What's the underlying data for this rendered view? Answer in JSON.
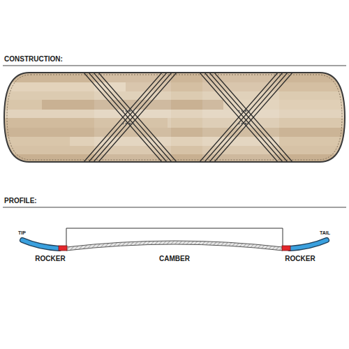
{
  "diagram": {
    "labels": [
      "CONSTRUCTION:",
      "PROFILE:",
      "TIP",
      "TAIL",
      "ROCKER",
      "CAMBER",
      "ROCKER"
    ]
  }
}
